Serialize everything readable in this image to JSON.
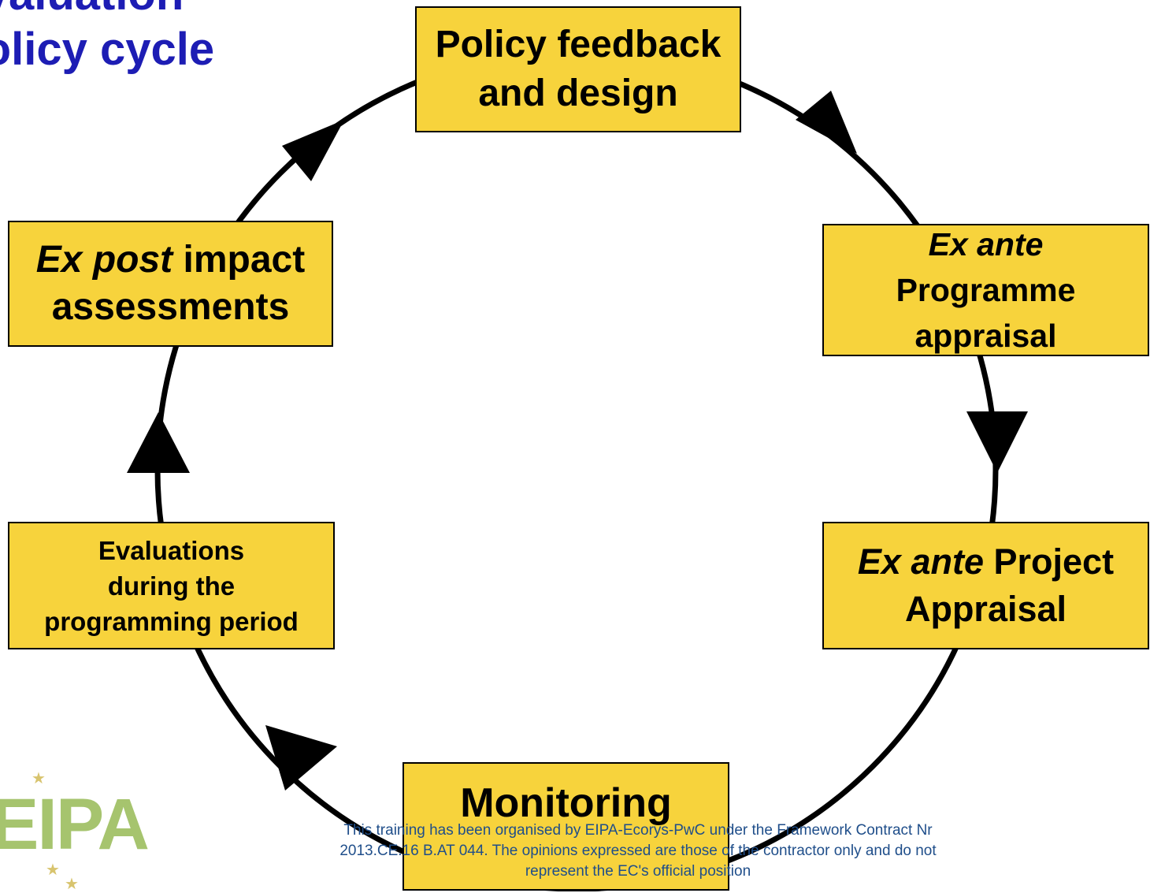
{
  "title": {
    "line1": "Evaluation",
    "line2": "Policy cycle"
  },
  "boxes": {
    "top": {
      "line1": "Policy feedback",
      "line2": "and design"
    },
    "right1": {
      "italic": "Ex ante",
      "line2": "Programme",
      "line3": "appraisal"
    },
    "right2": {
      "italic": "Ex ante",
      "rest": " Project",
      "line2": "Appraisal"
    },
    "bottom": {
      "label": "Monitoring"
    },
    "left2": {
      "line1": "Evaluations",
      "line2": "during the",
      "line3": "programming period"
    },
    "left1": {
      "italic": "Ex post",
      "rest": " impact",
      "line2": "assessments"
    }
  },
  "footer": {
    "line1": "This training has been organised by EIPA-Ecorys-PwC under the Framework Contract Nr",
    "line2": "2013.CE.16 B.AT 044. The opinions expressed are those of the contractor only and do not",
    "line3": "represent the EC's official position"
  },
  "logo": {
    "text": "EIPA"
  },
  "colors": {
    "box_fill": "#f7d33c",
    "title": "#1d1db4",
    "footer_text": "#1f4e8a",
    "logo": "#a6c46e"
  }
}
